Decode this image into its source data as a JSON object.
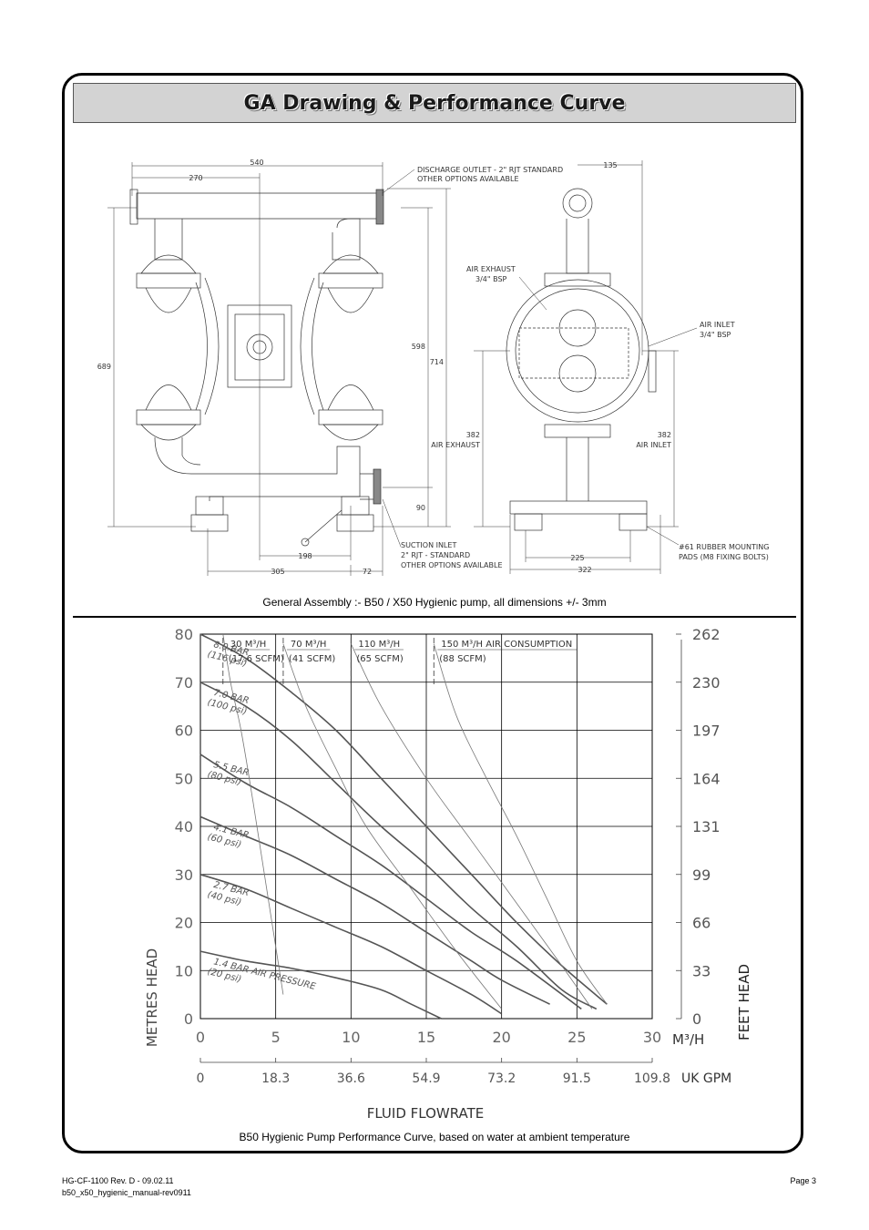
{
  "header": {
    "title": "GA Drawing & Performance Curve"
  },
  "drawing": {
    "caption": "General Assembly :- B50 / X50 Hygienic pump, all dimensions +/- 3mm",
    "dims": {
      "d540": "540",
      "d270": "270",
      "d135": "135",
      "d689": "689",
      "d598": "598",
      "d714": "714",
      "d90": "90",
      "d198": "198",
      "d305": "305",
      "d72": "72",
      "d225": "225",
      "d322": "322",
      "d382a": "382",
      "d382b": "382"
    },
    "notes": {
      "discharge_1": "DISCHARGE OUTLET - 2\" RJT STANDARD",
      "discharge_2": "OTHER OPTIONS AVAILABLE",
      "suction_1": "SUCTION INLET",
      "suction_2": "2\" RJT - STANDARD",
      "suction_3": "OTHER OPTIONS AVAILABLE",
      "air_exhaust_1": "AIR EXHAUST",
      "air_exhaust_2": "3/4\" BSP",
      "air_inlet_1": "AIR INLET",
      "air_inlet_2": "3/4\" BSP",
      "air_exhaust_dim": "AIR EXHAUST",
      "air_inlet_dim": "AIR INLET",
      "pads_1": "#61 RUBBER MOUNTING",
      "pads_2": "PADS (M8 FIXING BOLTS)"
    }
  },
  "chart": {
    "caption": "B50 Hygienic Pump Performance Curve, based on water at ambient temperature"
  },
  "chart_data": {
    "type": "line",
    "xlabel": "FLUID FLOWRATE",
    "ylabel": "METRES HEAD",
    "y2label": "FEET HEAD",
    "xlim": [
      0,
      30
    ],
    "ylim": [
      0,
      80
    ],
    "x_unit": "M³/H",
    "x2_unit": "UK GPM",
    "x_ticks": [
      "0",
      "5",
      "10",
      "15",
      "20",
      "25",
      "30"
    ],
    "x2_ticks": [
      "0",
      "18.3",
      "36.6",
      "54.9",
      "73.2",
      "91.5",
      "109.8"
    ],
    "y_ticks": [
      "0",
      "10",
      "20",
      "30",
      "40",
      "50",
      "60",
      "70",
      "80"
    ],
    "y2_ticks": [
      "0",
      "33",
      "66",
      "99",
      "131",
      "164",
      "197",
      "230",
      "262"
    ],
    "series": [
      {
        "name": "8.0 BAR (116 psi)",
        "label_1": "8.0 BAR",
        "label_2": "(116 psi)",
        "x": [
          0,
          3,
          6,
          9,
          12,
          15,
          18,
          21,
          24,
          27
        ],
        "y": [
          80,
          75,
          68,
          60,
          50,
          40,
          30,
          20,
          11,
          3
        ]
      },
      {
        "name": "7.0 BAR (100 psi)",
        "label_1": "7.0 BAR",
        "label_2": "(100 psi)",
        "x": [
          0,
          3,
          6,
          9,
          12,
          15,
          18,
          21,
          24,
          26.3
        ],
        "y": [
          70,
          65,
          58,
          49,
          40,
          32,
          23,
          15,
          6,
          2
        ]
      },
      {
        "name": "5.5 BAR (80 psi)",
        "label_1": "5.5 BAR",
        "label_2": "(80 psi)",
        "x": [
          0,
          3,
          6,
          9,
          12,
          15,
          18,
          21,
          25.3
        ],
        "y": [
          55,
          49,
          44,
          38,
          32,
          25,
          18,
          12,
          2
        ]
      },
      {
        "name": "4.1 BAR (60 psi)",
        "label_1": "4.1 BAR",
        "label_2": "(60 psi)",
        "x": [
          0,
          3,
          6,
          9,
          12,
          15,
          18,
          20,
          23.2
        ],
        "y": [
          42,
          38,
          34,
          29,
          24,
          18,
          12,
          8,
          3
        ]
      },
      {
        "name": "2.7 BAR (40 psi)",
        "label_1": "2.7 BAR",
        "label_2": "(40 psi)",
        "x": [
          0,
          3,
          6,
          9,
          12,
          15,
          18,
          20
        ],
        "y": [
          30,
          27,
          23,
          19,
          15,
          10,
          5,
          1
        ]
      },
      {
        "name": "1.4 BAR AIR PRESSURE (20 psi)",
        "label_1": "1.4 BAR AIR PRESSURE",
        "label_2": "(20 psi)",
        "x": [
          0,
          3,
          6,
          9,
          12,
          14,
          16
        ],
        "y": [
          14,
          12,
          10.5,
          8.5,
          6,
          3,
          0
        ]
      }
    ],
    "air_consumption": [
      {
        "label_1": "30 M³/H",
        "label_2": "(17.6 SCFM)",
        "x": [
          1.5,
          2,
          2.7,
          3.5,
          4.5,
          5.5
        ],
        "y": [
          80,
          70,
          60,
          45,
          25,
          5
        ]
      },
      {
        "label_1": "70 M³/H",
        "label_2": "(41 SCFM)",
        "x": [
          5.5,
          7,
          9,
          11,
          14,
          17,
          20
        ],
        "y": [
          78,
          65,
          52,
          40,
          27,
          14,
          2
        ]
      },
      {
        "label_1": "110 M³/H",
        "label_2": "(65 SCFM)",
        "x": [
          10,
          12,
          15,
          18,
          21,
          24,
          26
        ],
        "y": [
          78,
          65,
          50,
          37,
          24,
          11,
          2
        ]
      },
      {
        "label_1": "150 M³/H AIR CONSUMPTION",
        "label_2": "(88 SCFM)",
        "x": [
          15.5,
          17,
          19,
          21,
          23,
          25,
          27
        ],
        "y": [
          78,
          63,
          50,
          38,
          25,
          12,
          3
        ]
      }
    ]
  },
  "footer": {
    "doc_ref": "HG-CF-1100 Rev. D - 09.02.11",
    "file_name": "b50_x50_hygienic_manual-rev0911",
    "page": "Page 3"
  }
}
